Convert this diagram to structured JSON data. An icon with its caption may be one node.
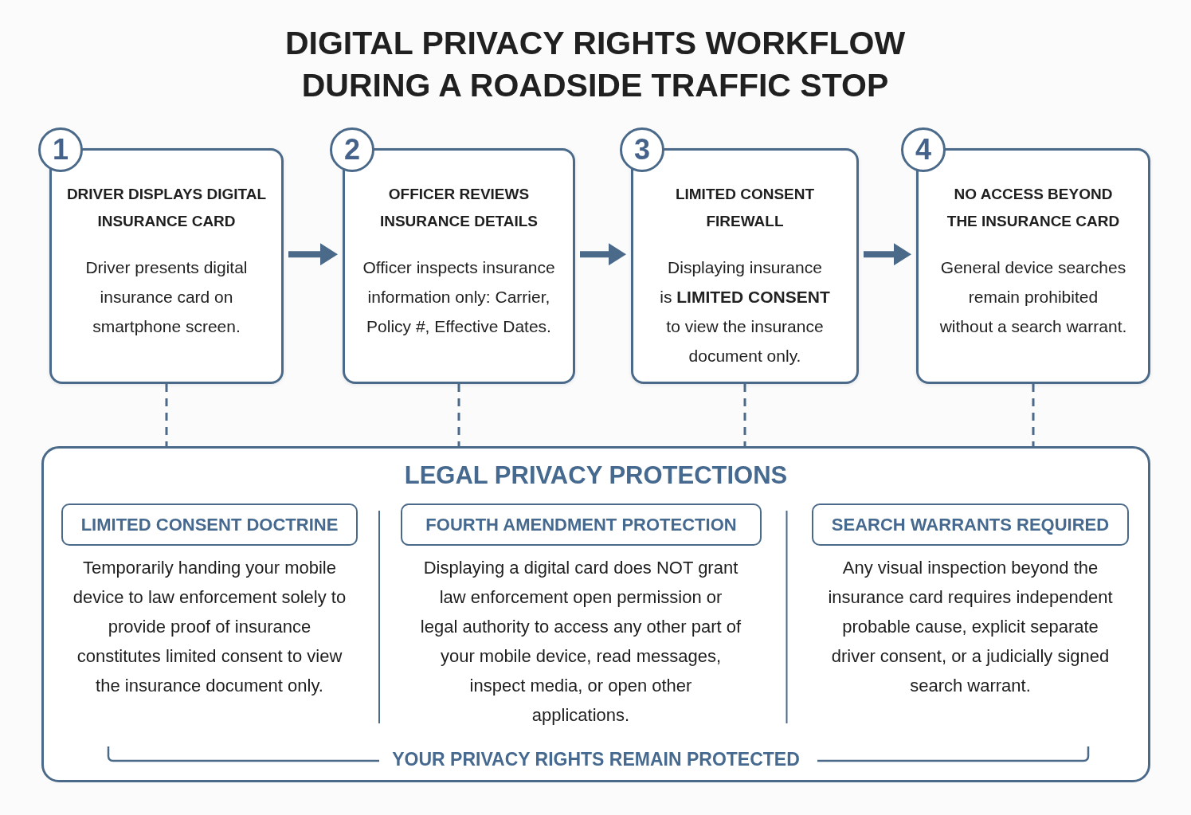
{
  "diagram": {
    "title": "DIGITAL PRIVACY RIGHTS WORKFLOW DURING A ROADSIDE TRAFFIC STOP",
    "nodes": [
      {
        "text": [
          "1"
        ]
      },
      {
        "text": [
          "DRIVER DISPLAYS DIGITAL INSURANCE CARD",
          "Driver presents digital insurance card on smartphone screen."
        ]
      },
      {
        "text": [
          "2"
        ]
      },
      {
        "text": [
          "OFFICER REVIEWS INSURANCE DETAILS",
          "Officer inspects insurance information only: Carrier, Policy #, Effective Dates."
        ]
      },
      {
        "text": [
          "3"
        ]
      },
      {
        "text": [
          "LIMITED CONSENT FIREWALL",
          "Displaying insurance is **LIMITED CONSENT** to view the insurance document only."
        ]
      },
      {
        "text": [
          "4"
        ]
      },
      {
        "text": [
          "NO ACCESS BEYOND THE INSURANCE CARD",
          "General device searches remain prohibited without a search warrant."
        ]
      },
      {
        "text": [
          "LEGAL PRIVACY PROTECTIONS",
          "YOUR PRIVACY RIGHTS REMAIN PROTECTED"
        ]
      },
      {
        "text": [
          "LIMITED CONSENT DOCTRINE"
        ],
        "in": 8,
        "beside": [
          "Temporarily handing your mobile device to law enforcement solely to provide proof of insurance constitutes limited consent to view the insurance document only."
        ]
      },
      {
        "text": [
          "FOURTH AMENDMENT PROTECTION"
        ],
        "in": 8,
        "beside": [
          "Displaying a digital card does NOT grant law enforcement open permission or legal authority to access any other part of your mobile device, read messages, inspect media, or open other applications."
        ]
      },
      {
        "text": [
          "SEARCH WARRANTS REQUIRED"
        ],
        "in": 8,
        "beside": [
          "Any visual inspection beyond the insurance card requires independent probable cause, explicit separate driver consent, or a judicially signed search warrant."
        ]
      }
    ],
    "edges": [
      {
        "from": 1,
        "to": 3,
        "arrow": "to",
        "style": "thick"
      },
      {
        "from": 3,
        "to": 5,
        "arrow": "to",
        "style": "thick"
      },
      {
        "from": 5,
        "to": 7,
        "arrow": "to",
        "style": "thick"
      },
      {
        "from": 1,
        "to": 8,
        "arrow": "none",
        "style": "dashed"
      },
      {
        "from": 3,
        "to": 8,
        "arrow": "none",
        "style": "dashed"
      },
      {
        "from": 5,
        "to": 8,
        "arrow": "none",
        "style": "dashed"
      },
      {
        "from": 7,
        "to": 8,
        "arrow": "none",
        "style": "dashed"
      }
    ]
  }
}
